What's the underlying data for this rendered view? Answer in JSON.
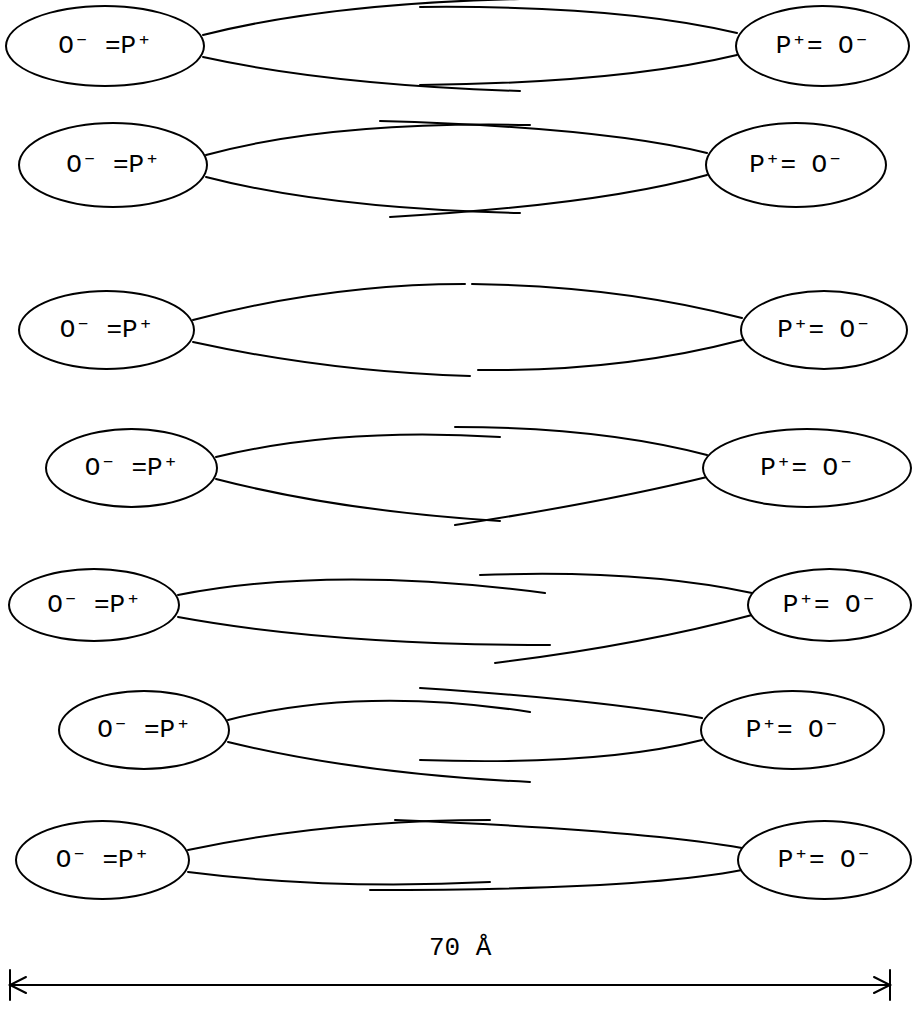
{
  "diagram": {
    "nodes": [
      {
        "text": [
          "O⁻ =P⁺"
        ]
      },
      {
        "text": [
          "P⁺= O⁻"
        ]
      },
      {
        "text": [
          "O⁻ =P⁺"
        ]
      },
      {
        "text": [
          "P⁺= O⁻"
        ]
      },
      {
        "text": [
          "O⁻ =P⁺"
        ]
      },
      {
        "text": [
          "P⁺= O⁻"
        ]
      },
      {
        "text": [
          "O⁻ =P⁺"
        ]
      },
      {
        "text": [
          "P⁺= O⁻"
        ]
      },
      {
        "text": [
          "O⁻ =P⁺"
        ]
      },
      {
        "text": [
          "P⁺= O⁻"
        ]
      },
      {
        "text": [
          "O⁻ =P⁺"
        ]
      },
      {
        "text": [
          "P⁺= O⁻"
        ]
      },
      {
        "text": [
          "O⁻ =P⁺"
        ]
      },
      {
        "text": [
          "P⁺= O⁻"
        ]
      }
    ],
    "labels": [
      "70 Å"
    ]
  }
}
